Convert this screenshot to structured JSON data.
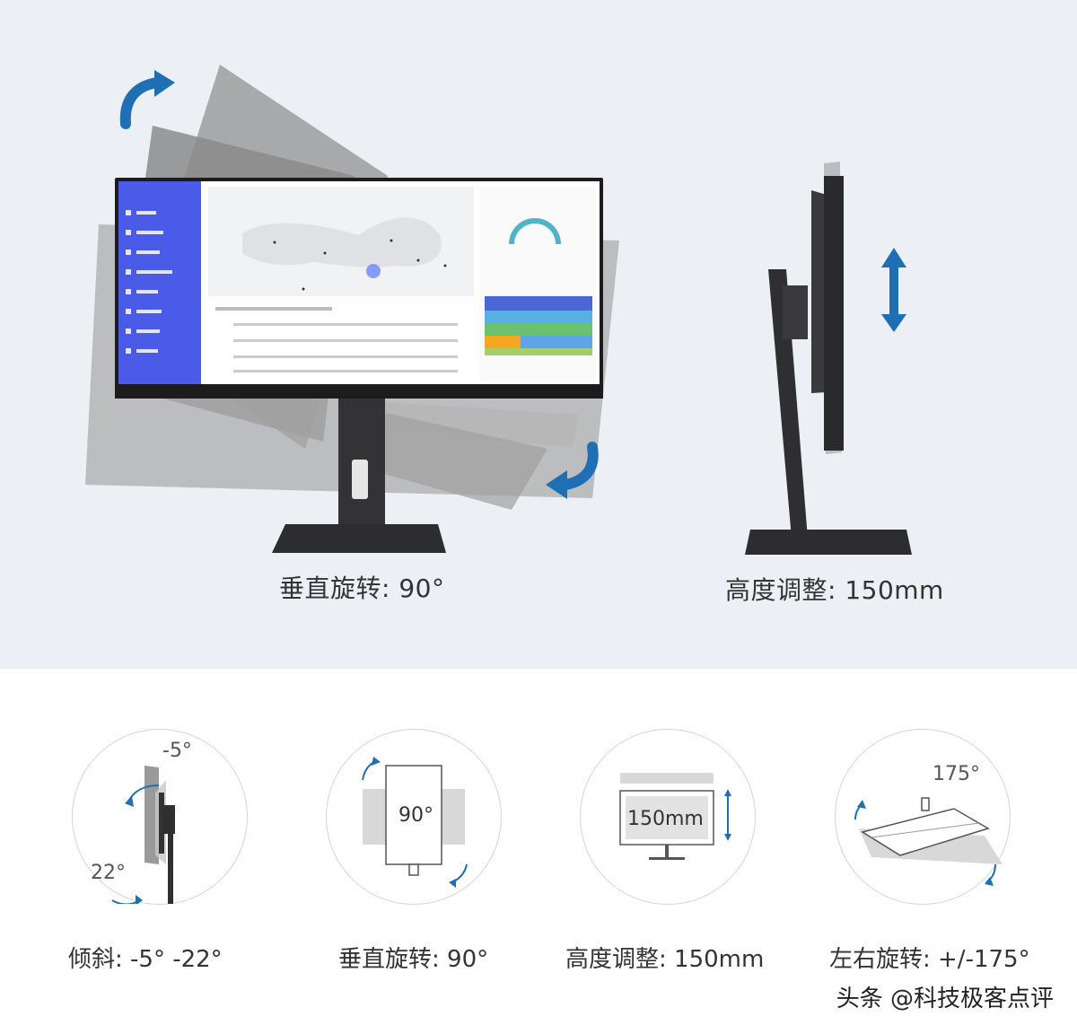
{
  "top_section": {
    "pivot_caption": "垂直旋转: 90°",
    "height_caption": "高度调整: 150mm"
  },
  "features": [
    {
      "caption": "倾斜: -5° -22°",
      "labels": [
        "-5°",
        "22°"
      ]
    },
    {
      "caption": "垂直旋转: 90°",
      "labels": [
        "90°"
      ]
    },
    {
      "caption": "高度调整: 150mm",
      "labels": [
        "150mm"
      ]
    },
    {
      "caption": "左右旋转: +/-175°",
      "labels": [
        "175°"
      ]
    }
  ],
  "credit": "头条 @科技极客点评",
  "colors": {
    "accent_blue": "#1f6fb5",
    "sidebar": "#4a5be8",
    "base": "#2b2b2d"
  }
}
